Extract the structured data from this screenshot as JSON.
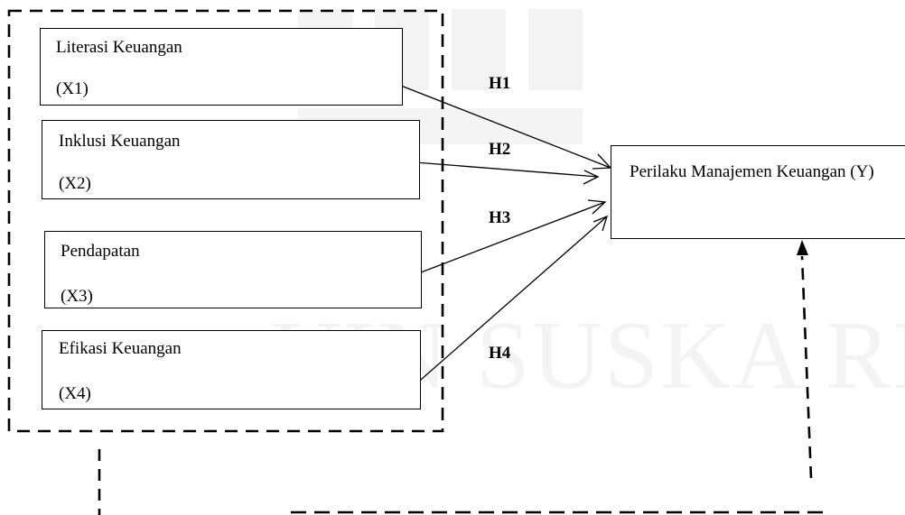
{
  "watermark": {
    "text": "UIN SUSKA RIAU"
  },
  "independent_variables": [
    {
      "name": "Literasi Keuangan",
      "code": "(X1)"
    },
    {
      "name": "Inklusi Keuangan",
      "code": "(X2)"
    },
    {
      "name": "Pendapatan",
      "code": "(X3)"
    },
    {
      "name": "Efikasi Keuangan",
      "code": "(X4)"
    }
  ],
  "dependent_variable": {
    "text": "Perilaku Manajemen Keuangan (Y)"
  },
  "hypotheses": [
    "H1",
    "H2",
    "H3",
    "H4"
  ]
}
